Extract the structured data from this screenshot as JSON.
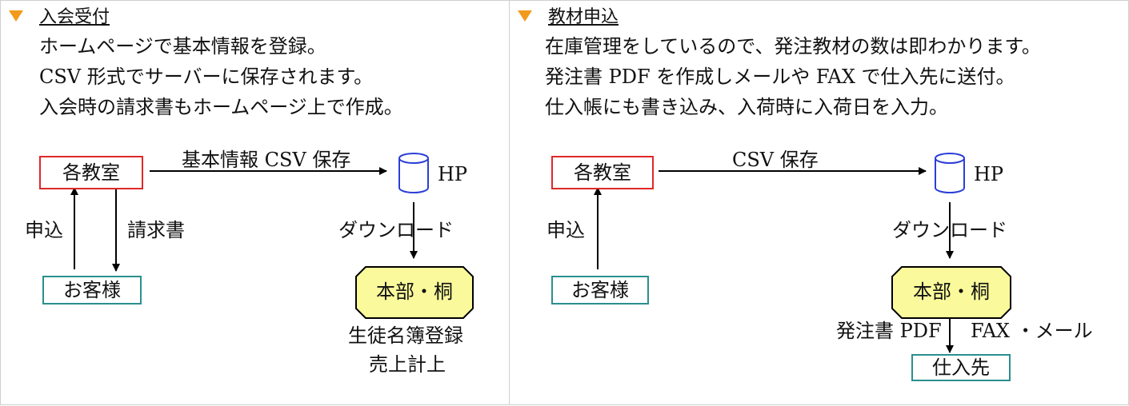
{
  "left": {
    "title": "入会受付",
    "lines": [
      "ホームページで基本情報を登録。",
      "CSV 形式でサーバーに保存されます。",
      "入会時の請求書もホームページ上で作成。"
    ],
    "diagram": {
      "classroom": "各教室",
      "customer": "お客様",
      "hp": "HP",
      "hq": "本部・桐",
      "arrow_save": "基本情報 CSV 保存",
      "apply": "申込",
      "invoice": "請求書",
      "download": "ダウンロード",
      "result_1": "生徒名簿登録",
      "result_2": "売上計上"
    }
  },
  "right": {
    "title": "教材申込",
    "lines": [
      "在庫管理をしているので、発注教材の数は即わかります。",
      "発注書 PDF を作成しメールや FAX で仕入先に送付。",
      "仕入帳にも書き込み、入荷時に入荷日を入力。"
    ],
    "diagram": {
      "classroom": "各教室",
      "customer": "お客様",
      "hp": "HP",
      "hq": "本部・桐",
      "arrow_save": "CSV 保存",
      "apply": "申込",
      "download": "ダウンロード",
      "order_pdf": "発注書 PDF",
      "fax_mail": "FAX ・メール",
      "supplier": "仕入先"
    }
  },
  "colors": {
    "marker": "#f29a1c",
    "classroom_border": "#e02828",
    "customer_border": "#2a8f8f",
    "hq_fill": "#fafa9c",
    "hp_stroke": "#2b3fd6"
  }
}
